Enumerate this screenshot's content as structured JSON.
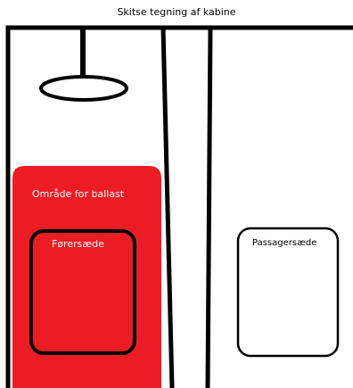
{
  "title": "Skitse tegning af kabine",
  "labels": {
    "ballast_area": "Område for ballast",
    "driver_seat": "Førersæde",
    "passenger_seat": "Passagersæde"
  },
  "colors": {
    "ballast": "#ed1c24",
    "outline": "#000000",
    "background": "#ffffff"
  }
}
